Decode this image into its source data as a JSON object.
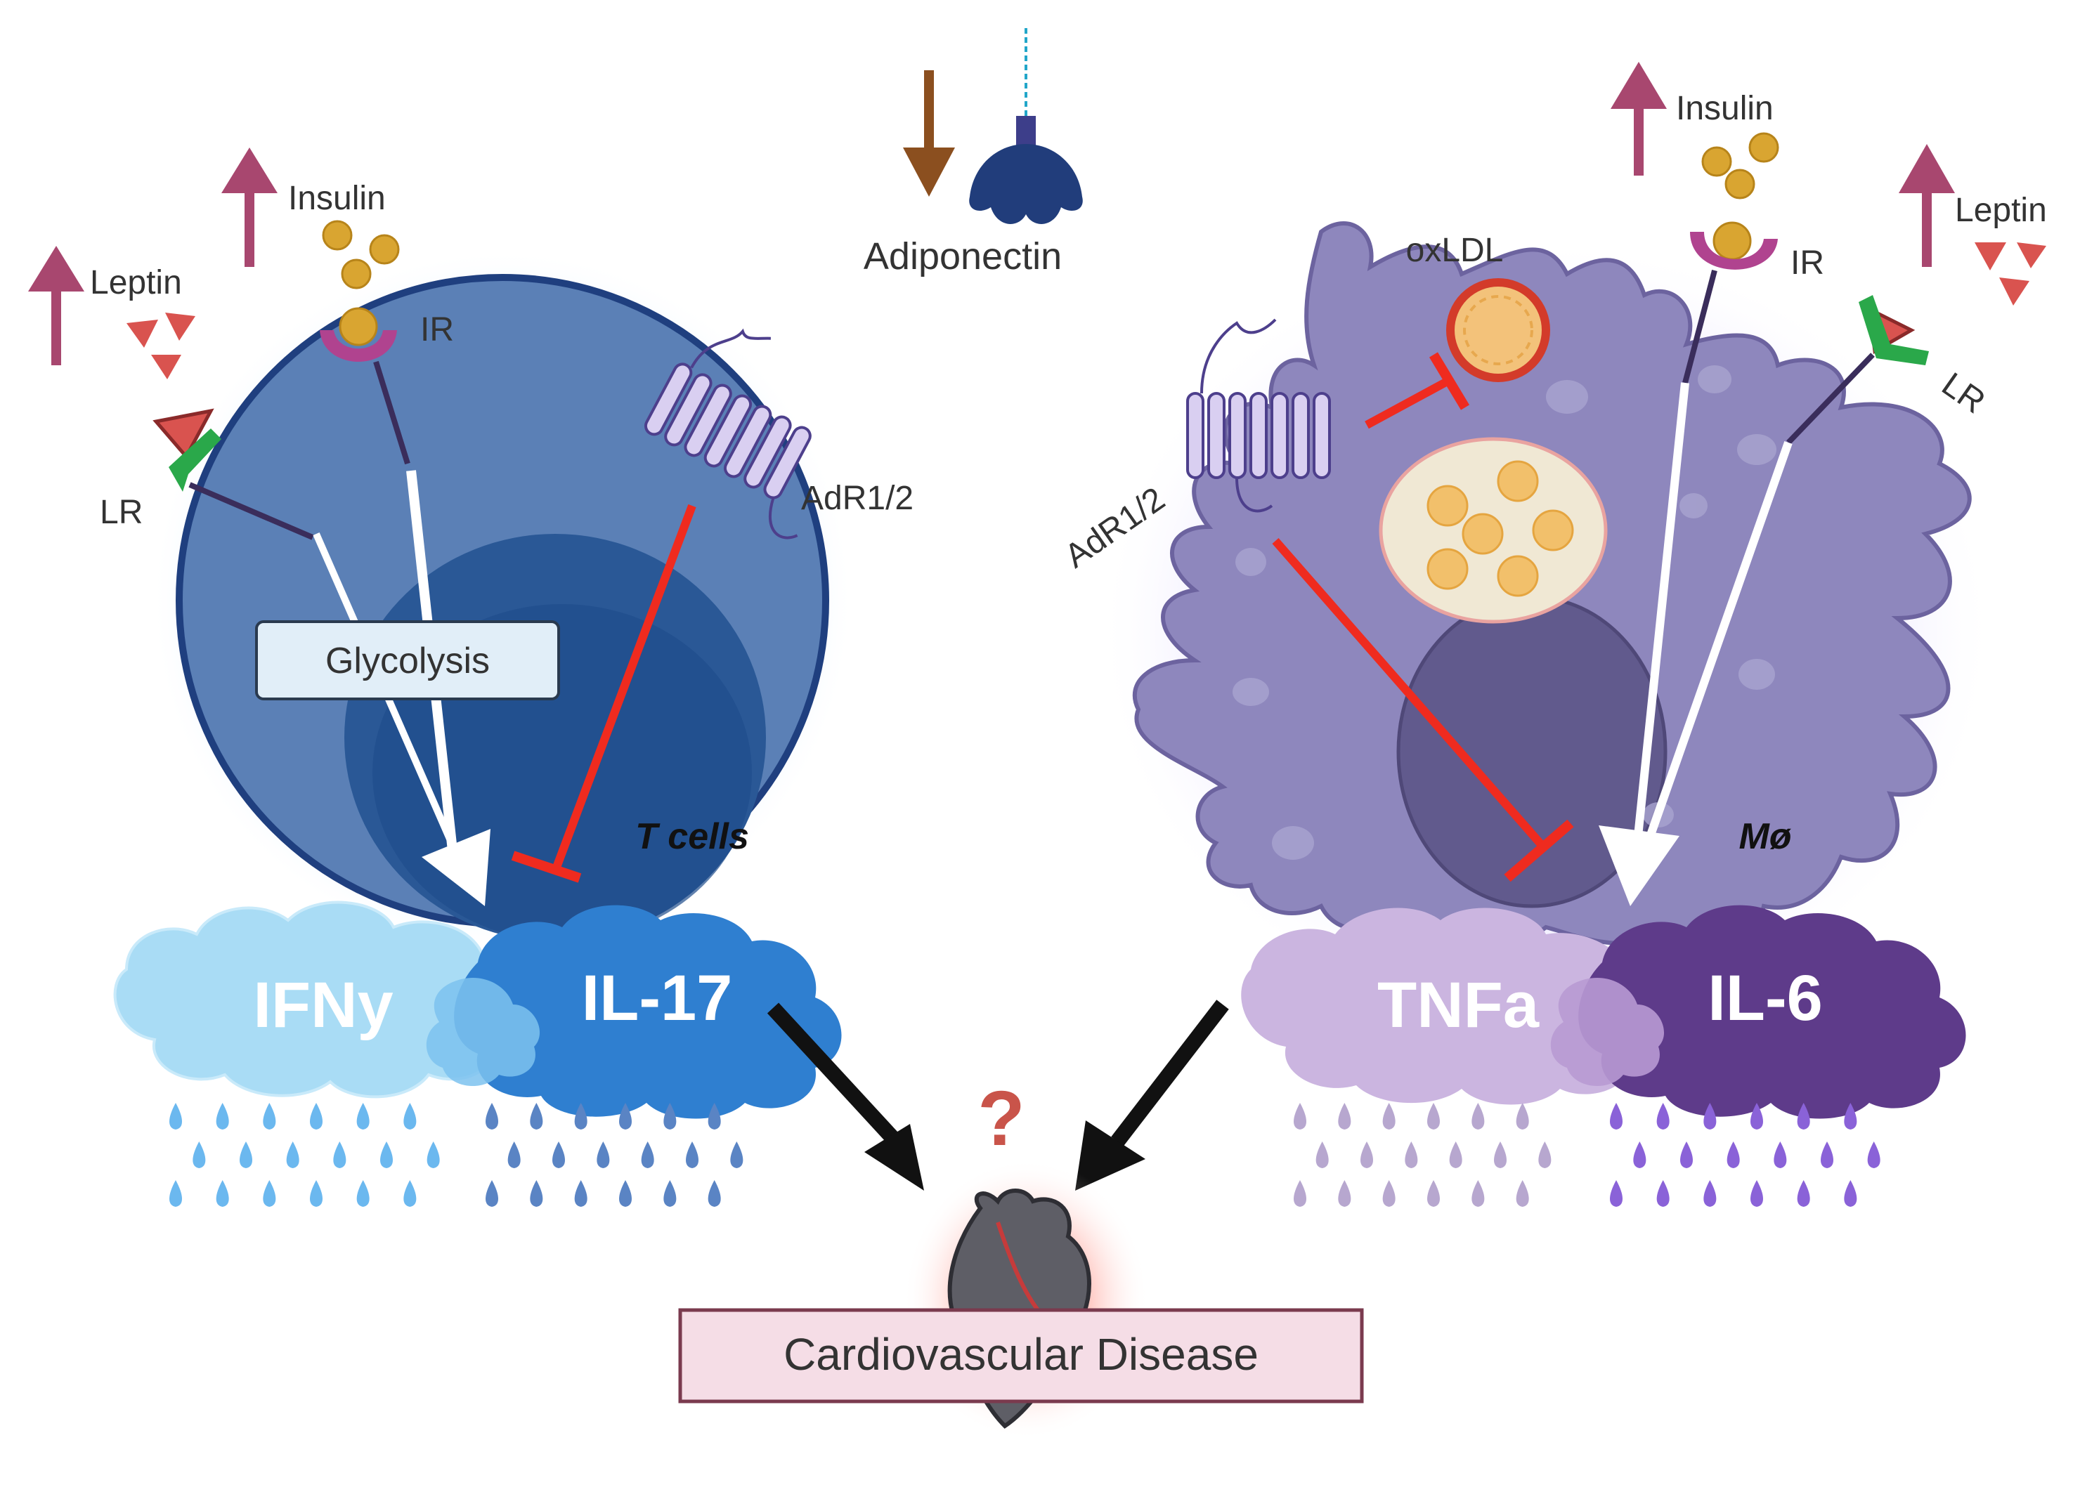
{
  "adiponectin": {
    "label": "Adiponectin"
  },
  "tcell": {
    "name": "T cells",
    "insulin_label": "Insulin",
    "leptin_label": "Leptin",
    "ir_label": "IR",
    "lr_label": "LR",
    "adr_label": "AdR1/2",
    "process_label": "Glycolysis",
    "cytokines": [
      "IFNy",
      "IL-17"
    ]
  },
  "macrophage": {
    "name": "Mø",
    "insulin_label": "Insulin",
    "leptin_label": "Leptin",
    "ir_label": "IR",
    "lr_label": "LR",
    "adr_label": "AdR1/2",
    "oxldl_label": "oxLDL",
    "cytokines": [
      "TNFa",
      "IL-6"
    ]
  },
  "outcome": {
    "question": "?",
    "label": "Cardiovascular Disease"
  },
  "colors": {
    "up_arrow": "#a8476f",
    "down_arrow": "#8b4f1f",
    "inhibition": "#ef2b1f",
    "tcell_outer": "#5a80b8",
    "tcell_inner": "#2a5b98",
    "macrophage": "#8d86bb",
    "ifny_cloud": "#a9dcf5",
    "il17_cloud": "#2f7fd0",
    "tnfa_cloud": "#cbb5e0",
    "il6_cloud": "#5e3b8a",
    "outcome_box": "#f5dde6"
  }
}
